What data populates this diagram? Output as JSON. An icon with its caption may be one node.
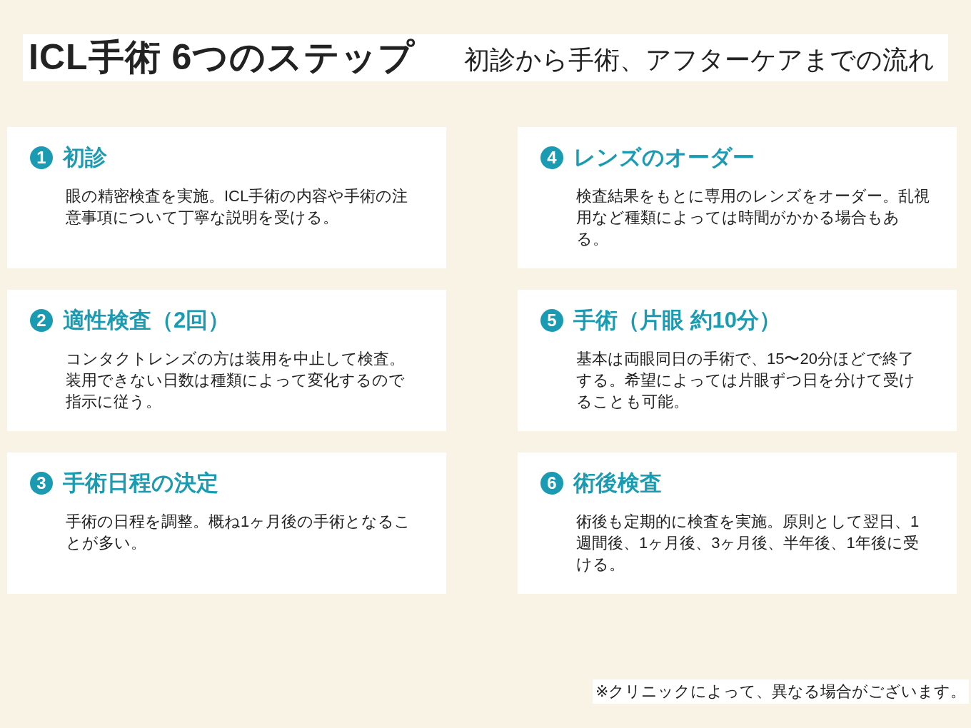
{
  "diagram": {
    "title": "ICL手術 6つのステップ",
    "nodes": [
      {
        "text": [
          "1",
          "初診",
          "眼の精密検査を実施。ICL手術の内容や手術の注意事項について丁寧な説明を受ける。"
        ]
      },
      {
        "text": [
          "2",
          "適性検査（2回）",
          "コンタクトレンズの方は装用を中止して検査。装用できない日数は種類によって変化するので指示に従う。"
        ]
      },
      {
        "text": [
          "3",
          "手術日程の決定",
          "手術の日程を調整。概ね1ヶ月後の手術となることが多い。"
        ]
      },
      {
        "text": [
          "4",
          "レンズのオーダー",
          "検査結果をもとに専用のレンズをオーダー。乱視用など種類によっては時間がかかる場合もある。"
        ]
      },
      {
        "text": [
          "5",
          "手術（片眼 約10分）",
          "基本は両眼同日の手術で、15〜20分ほどで終了する。希望によっては片眼ずつ日を分けて受けることも可能。"
        ]
      },
      {
        "text": [
          "6",
          "術後検査",
          "術後も定期的に検査を実施。原則として翌日、1週間後、1ヶ月後、3ヶ月後、半年後、1年後に受ける。"
        ]
      }
    ],
    "edges": [],
    "labels": [
      "初診から手術、アフターケアまでの流れ",
      "※クリニックによって、異なる場合がございます。"
    ]
  }
}
